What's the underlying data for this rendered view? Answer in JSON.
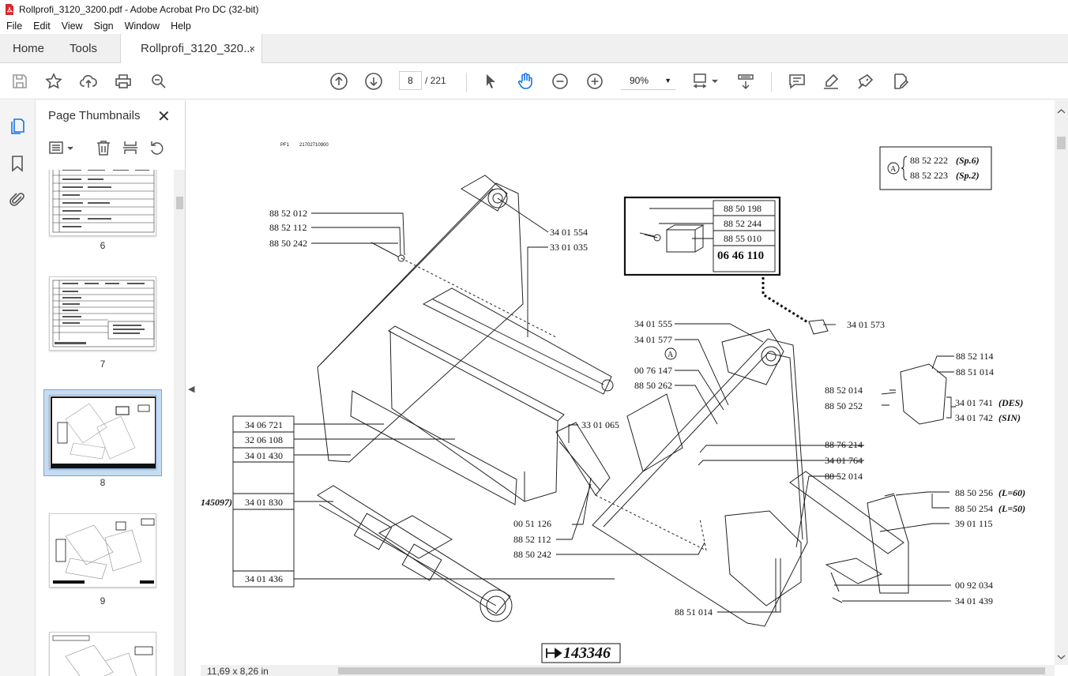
{
  "window": {
    "title": "Rollprofi_3120_3200.pdf - Adobe Acrobat Pro DC (32-bit)"
  },
  "menu": {
    "items": [
      "File",
      "Edit",
      "View",
      "Sign",
      "Window",
      "Help"
    ]
  },
  "tabs": {
    "home": "Home",
    "tools": "Tools",
    "doc": "Rollprofi_3120_320...",
    "close": "×"
  },
  "toolbar": {
    "page_current": "8",
    "page_total": "/ 221",
    "zoom": "90%"
  },
  "thumbnails": {
    "title": "Page Thumbnails",
    "close": "✕",
    "pages": [
      {
        "label": "6",
        "selected": false
      },
      {
        "label": "7",
        "selected": false
      },
      {
        "label": "8",
        "selected": true
      },
      {
        "label": "9",
        "selected": false
      }
    ]
  },
  "document": {
    "header_left": "PF1",
    "header_code": "21702710900",
    "drawing_number": "143346",
    "side_ref": "145097)",
    "kit_box": [
      "88 50 198",
      "88 52 244",
      "88 55 010",
      "06 46 110"
    ],
    "ref_box": {
      "marker": "A",
      "lines": [
        "88 52 222",
        "88 52 223"
      ],
      "notes": [
        "(Sp.6)",
        "(Sp.2)"
      ]
    },
    "left_table": [
      "34 06 721",
      "32 06 108",
      "34 01 430",
      "34 01 830",
      "34 01 436"
    ],
    "labels_top_left": [
      "88 52 012",
      "88 52 112",
      "88 50 242"
    ],
    "labels_top_mid": [
      "34 01 554",
      "33 01 035"
    ],
    "labels_center": [
      "34 01 555",
      "34 01 577",
      "A",
      "00 76 147",
      "88 50 262"
    ],
    "label_34_01_573": "34 01 573",
    "label_33_01_065": "33 01 065",
    "labels_bottom_mid": [
      "00 51 126",
      "88 52 112",
      "88 50 242"
    ],
    "labels_right_block": [
      "88 52 114",
      "88 51 014",
      "88 52 014",
      "88 50 252",
      "34 01 741",
      "34 01 742"
    ],
    "notes_right_block": [
      "(DES)",
      "(SIN)"
    ],
    "labels_mid_right": [
      "88 76 214",
      "34 01 764",
      "88 52 014"
    ],
    "labels_far_right": [
      "88 50 256",
      "88 50 254",
      "39 01 115",
      "00 92 034",
      "34 01 439"
    ],
    "notes_far_right": [
      "(L=60)",
      "(L=50)"
    ],
    "label_88_51_014_bottom": "88 51 014"
  },
  "status": {
    "page_size": "11,69 x 8,26 in"
  }
}
